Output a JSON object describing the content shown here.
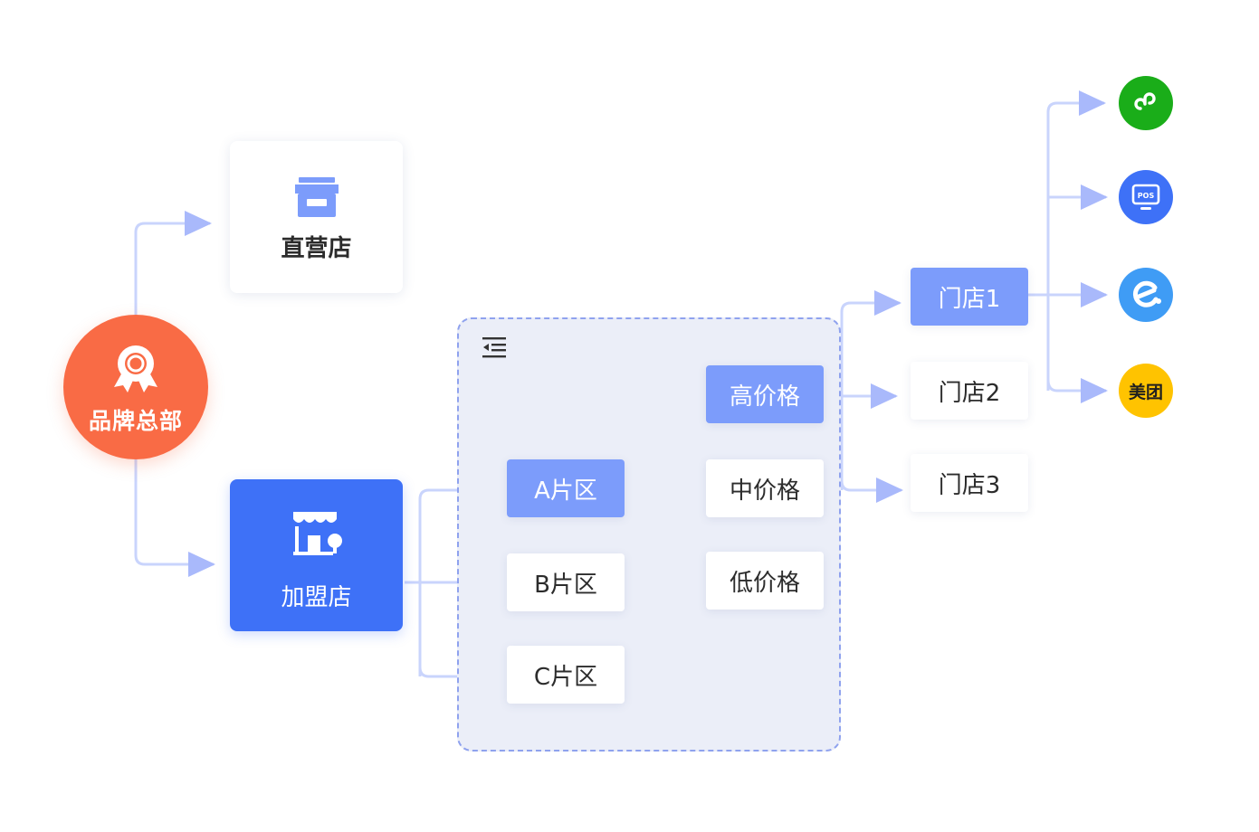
{
  "hq": {
    "label": "品牌总部",
    "color": "#f96b45",
    "icon": "award-ribbon-icon"
  },
  "store_types": {
    "direct": {
      "label": "直营店",
      "icon": "storefront-icon"
    },
    "franchise": {
      "label": "加盟店",
      "icon": "franchise-shop-icon",
      "color": "#3e71f7"
    }
  },
  "regions_panel": {
    "icon": "collapse-menu-icon"
  },
  "regions": [
    {
      "label": "A片区",
      "active": true
    },
    {
      "label": "B片区",
      "active": false
    },
    {
      "label": "C片区",
      "active": false
    }
  ],
  "price_tiers": [
    {
      "label": "高价格",
      "active": true
    },
    {
      "label": "中价格",
      "active": false
    },
    {
      "label": "低价格",
      "active": false
    }
  ],
  "stores": [
    {
      "label": "门店1",
      "active": true
    },
    {
      "label": "门店2",
      "active": false
    },
    {
      "label": "门店3",
      "active": false
    }
  ],
  "channels": [
    {
      "name": "mini-program",
      "icon": "mini-program-icon",
      "color": "#1aad19"
    },
    {
      "name": "pos",
      "icon": "pos-terminal-icon",
      "label": "POS",
      "color": "#3e71f7"
    },
    {
      "name": "eleme",
      "icon": "eleme-icon",
      "color": "#3f9cf5"
    },
    {
      "name": "meituan",
      "icon": "meituan-icon",
      "label": "美团",
      "color": "#ffc300"
    }
  ],
  "colors": {
    "connector": "#a9b9fb",
    "connector_line": "#c9d4fc",
    "active_node": "#7c9cfb",
    "panel_bg": "#ebeef8",
    "panel_border": "#8fa2ee"
  }
}
